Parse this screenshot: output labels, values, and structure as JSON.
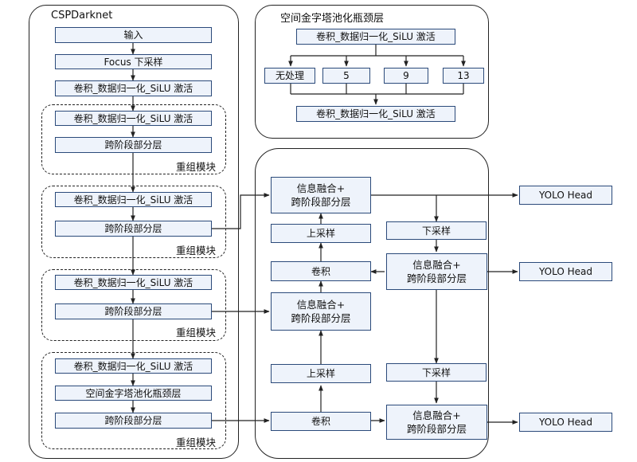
{
  "backbone": {
    "title": "CSPDarknet",
    "input": "输入",
    "focus": "Focus 下采样",
    "conv1": "卷积_数据归一化_SiLU 激活",
    "groups": [
      {
        "conv": "卷积_数据归一化_SiLU 激活",
        "csp": "跨阶段部分层",
        "label": "重组模块"
      },
      {
        "conv": "卷积_数据归一化_SiLU 激活",
        "csp": "跨阶段部分层",
        "label": "重组模块"
      },
      {
        "conv": "卷积_数据归一化_SiLU 激活",
        "csp": "跨阶段部分层",
        "label": "重组模块"
      },
      {
        "conv": "卷积_数据归一化_SiLU 激活",
        "spp": "空间金字塔池化瓶颈层",
        "csp": "跨阶段部分层",
        "label": "重组模块"
      }
    ]
  },
  "spp": {
    "title": "空间金字塔池化瓶颈层",
    "conv_top": "卷积_数据归一化_SiLU 激活",
    "branches": [
      "无处理",
      "5",
      "9",
      "13"
    ],
    "conv_bottom": "卷积_数据归一化_SiLU 激活"
  },
  "neck": {
    "fuse_top": "信息融合+\n跨阶段部分层",
    "upsample1": "上采样",
    "conv_mid": "卷积",
    "fuse_mid": "信息融合+\n跨阶段部分层",
    "upsample2": "上采样",
    "conv_bottom": "卷积",
    "downsample1": "下采样",
    "fuse_right_mid": "信息融合+\n跨阶段部分层",
    "downsample2": "下采样",
    "fuse_right_bottom": "信息融合+\n跨阶段部分层"
  },
  "heads": [
    "YOLO Head",
    "YOLO Head",
    "YOLO Head"
  ],
  "colors": {
    "box_fill": "#eef3fb",
    "box_border": "#2b4a7a",
    "line": "#222222"
  }
}
